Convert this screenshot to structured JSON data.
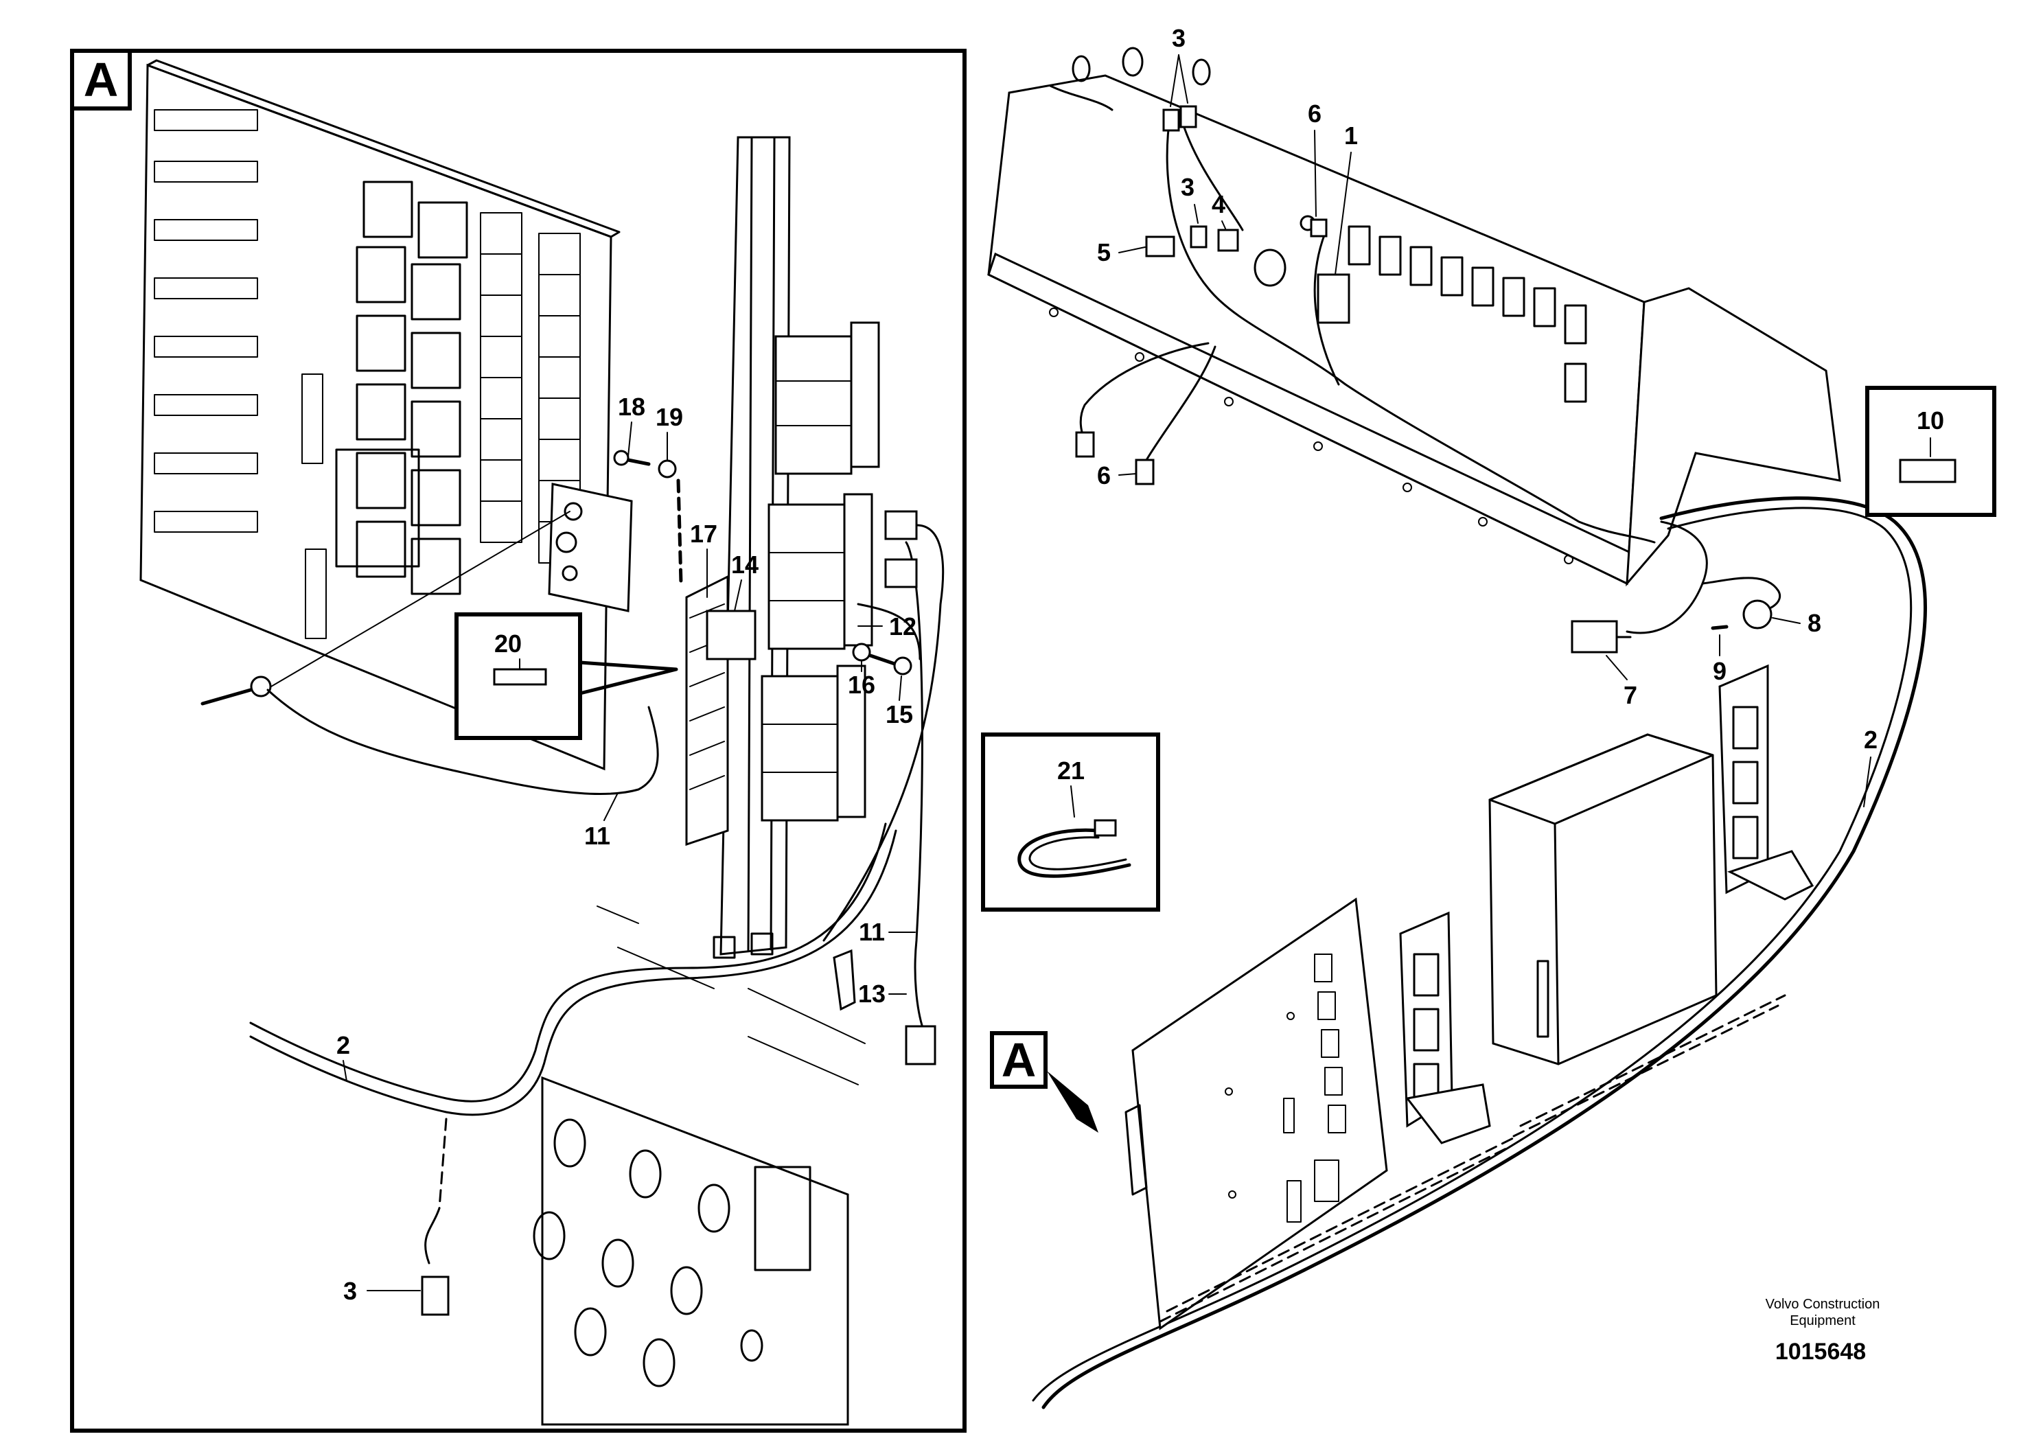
{
  "detail_view_label": "A",
  "callouts": {
    "c1": "1",
    "c2_right": "2",
    "c2_left": "2",
    "c3_top": "3",
    "c3_mid": "3",
    "c3_left": "3",
    "c4": "4",
    "c5": "5",
    "c6_top": "6",
    "c6_bottom": "6",
    "c7": "7",
    "c8": "8",
    "c9": "9",
    "c10": "10",
    "c11_left": "11",
    "c11_right": "11",
    "c12": "12",
    "c13": "13",
    "c14": "14",
    "c15": "15",
    "c16": "16",
    "c17": "17",
    "c18": "18",
    "c19": "19",
    "c20": "20",
    "c21": "21"
  },
  "footer": {
    "manufacturer_line1": "Volvo Construction",
    "manufacturer_line2": "Equipment",
    "document_number": "1015648"
  }
}
